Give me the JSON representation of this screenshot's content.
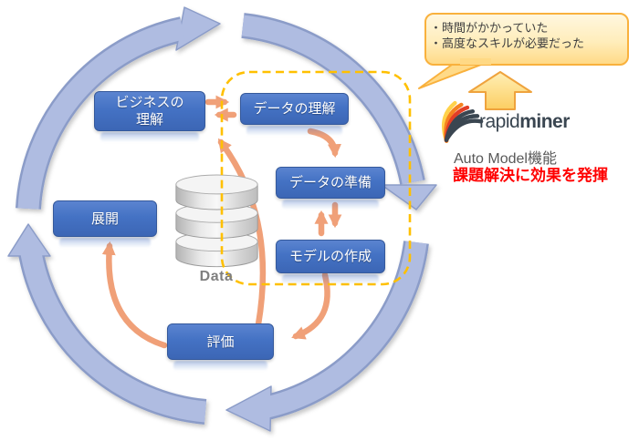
{
  "process_cycle": {
    "boxes": {
      "business_understanding": "ビジネスの\n理解",
      "data_understanding": "データの理解",
      "data_preparation": "データの準備",
      "modeling": "モデルの作成",
      "evaluation": "評価",
      "deployment": "展開"
    },
    "data_store_label": "Data"
  },
  "callout": {
    "line1": "・時間がかかっていた",
    "line2": "・高度なスキルが必要だった"
  },
  "brand": {
    "name_regular": "rapid",
    "name_bold": "miner"
  },
  "caption": {
    "feature": "Auto Model機能",
    "highlight": "課題解決に効果を発揮"
  },
  "colors": {
    "box_blue": "#4472C4",
    "cycle_ring": "#AFBCE1",
    "cycle_ring_outline": "#8B9CC8",
    "arrow_orange": "#F0A078",
    "dashed_highlight": "#FFC000",
    "callout_border": "#F9B13D",
    "callout_fill_top": "#FFF3CF",
    "callout_fill_bottom": "#FFD985",
    "highlight_red": "#FF0000"
  }
}
